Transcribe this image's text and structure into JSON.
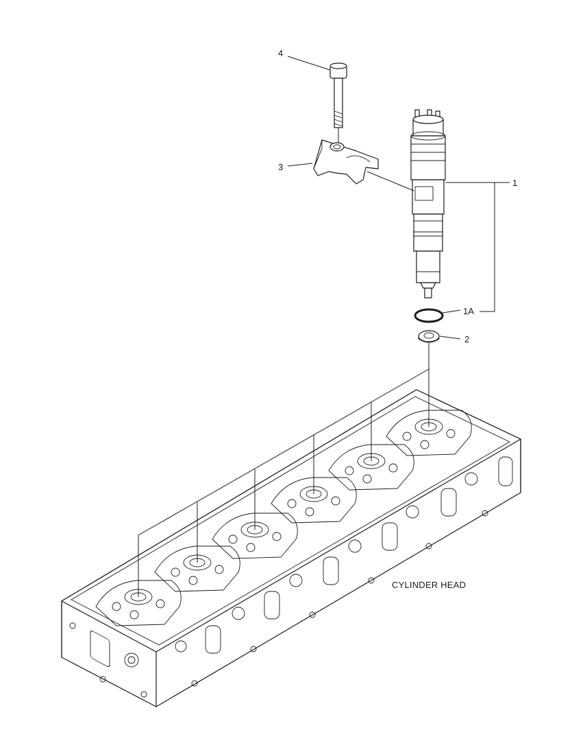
{
  "callouts": {
    "injector": "1",
    "o_ring": "1A",
    "washer": "2",
    "clamp": "3",
    "bolt": "4"
  },
  "caption": "CYLINDER HEAD",
  "colors": {
    "line": "#1a1a1a",
    "background": "#ffffff"
  }
}
